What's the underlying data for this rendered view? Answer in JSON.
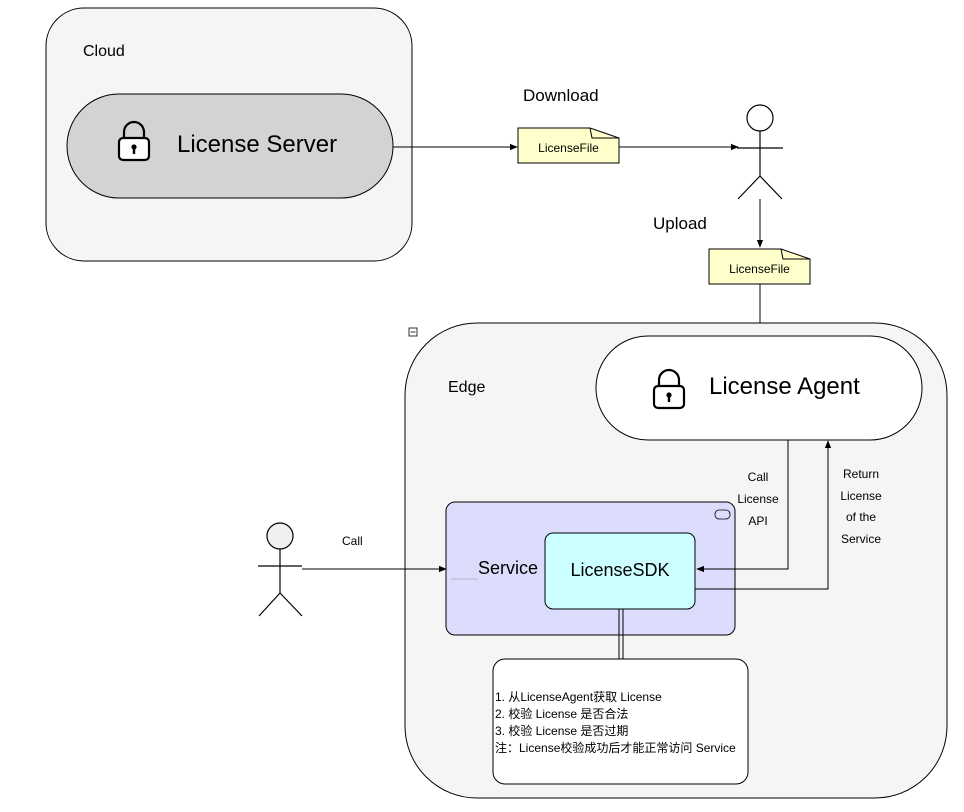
{
  "cloud": {
    "label": "Cloud",
    "server": {
      "label": "License Server"
    }
  },
  "download": {
    "label": "Download",
    "file": "LicenseFile"
  },
  "upload": {
    "label": "Upload",
    "file": "LicenseFile"
  },
  "edge": {
    "label": "Edge",
    "agent": {
      "label": "License Agent"
    },
    "service": {
      "label": "Service",
      "sdk": "LicenseSDK"
    },
    "call_api": [
      "Call",
      "License",
      "API"
    ],
    "return_license": [
      "Return",
      "License",
      "of the",
      "Service"
    ],
    "note_lines": [
      "1. 从LicenseAgent获取 License",
      "2. 校验 License 是否合法",
      "3. 校验 License 是否过期",
      "注：License校验成功后才能正常访问 Service"
    ]
  },
  "client": {
    "call_label": "Call"
  },
  "colors": {
    "container_fill": "#f5f5f5",
    "server_fill": "#d3d3d3",
    "file_fill": "#ffffcc",
    "service_fill": "#dcdcfc",
    "sdk_fill": "#ccffff",
    "stroke": "#000000"
  }
}
